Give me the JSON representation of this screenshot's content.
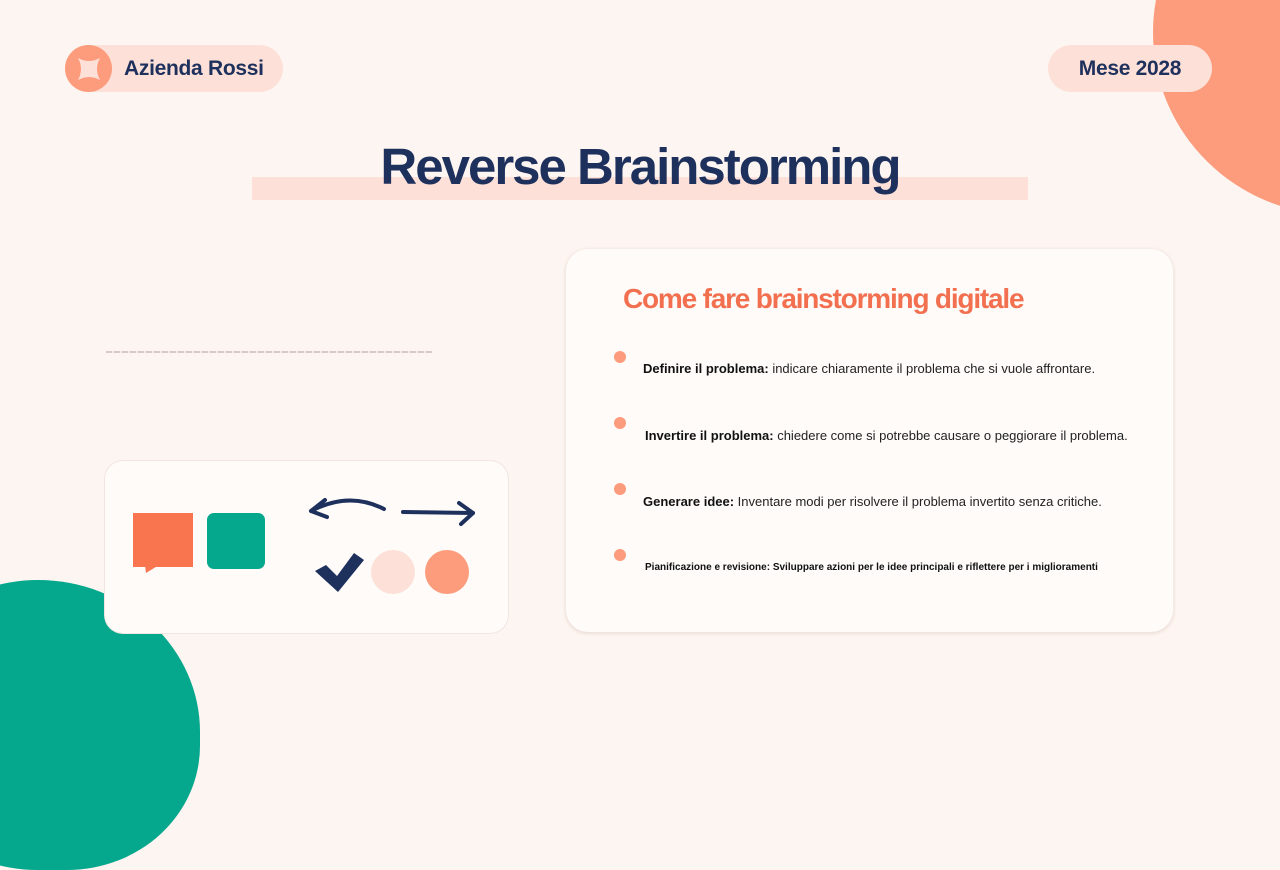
{
  "header": {
    "brand_name": "Azienda Rossi",
    "brand_icon": "sparkle-star-icon",
    "date_label": "Mese 2028"
  },
  "slide": {
    "title": "Reverse Brainstorming"
  },
  "illustration": {
    "icons": [
      "speech-bubble-icon",
      "green-square-icon",
      "curved-arrow-left-icon",
      "arrow-right-icon",
      "checkmark-icon",
      "light-peach-circle-icon",
      "peach-circle-icon"
    ]
  },
  "steps_card": {
    "title": "Come fare brainstorming digitale",
    "items": [
      {
        "term": "Definire il problema:",
        "desc": " indicare chiaramente il problema che si vuole affrontare."
      },
      {
        "term": "Invertire il problema:",
        "desc": " chiedere come si potrebbe causare o peggiorare il problema."
      },
      {
        "term": "Generare idee:",
        "desc": " Inventare modi per risolvere il problema invertito senza critiche."
      },
      {
        "term": "Pianificazione e revisione:",
        "desc": " Sviluppare azioni per le idee principali e riflettere per i miglioramenti"
      }
    ]
  },
  "colors": {
    "background": "#fdf5f1",
    "navy": "#1e305c",
    "coral": "#f27050",
    "peach": "#fd9c7c",
    "light_peach": "#fde1d8",
    "teal": "#05a88c"
  }
}
